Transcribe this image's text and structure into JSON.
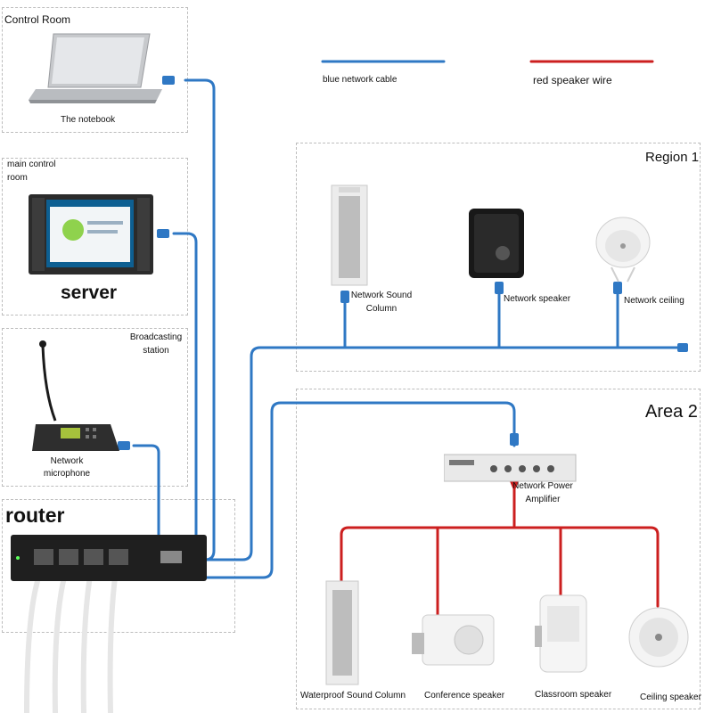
{
  "legend": {
    "blue_label": "blue network cable",
    "red_label": "red speaker wire",
    "blue_color": "#2f78c4",
    "red_color": "#cc1f1f"
  },
  "zones": {
    "control_room": "Control Room",
    "notebook": "The notebook",
    "main_control_room": "main control room",
    "server": "server",
    "broadcasting_station": "Broadcasting station",
    "network_microphone_1": "Network",
    "network_microphone_2": "microphone",
    "router": "router"
  },
  "region1": {
    "title": "Region 1",
    "devices": [
      "Network Sound Column",
      "Network speaker",
      "Network ceiling"
    ]
  },
  "area2": {
    "title": "Area 2",
    "amplifier": "Network Power Amplifier",
    "speakers": [
      "Waterproof Sound Column",
      "Conference speaker",
      "Classroom speaker",
      "Ceiling speaker"
    ]
  },
  "icons": [
    "laptop-icon",
    "server-rack-icon",
    "microphone-icon",
    "router-icon",
    "sound-column-icon",
    "box-speaker-icon",
    "ceiling-speaker-icon",
    "amplifier-icon",
    "conference-speaker-icon",
    "classroom-speaker-icon"
  ]
}
